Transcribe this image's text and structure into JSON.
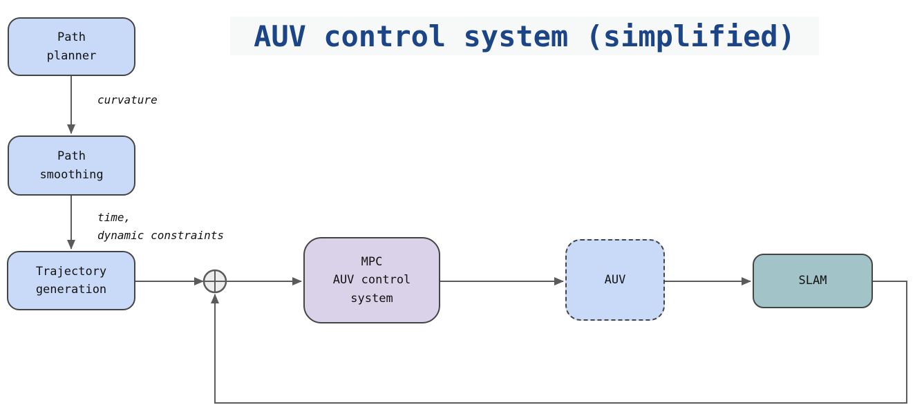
{
  "title": {
    "text": "AUV control system (simplified)"
  },
  "nodes": {
    "path_planner": {
      "label": "Path\nplanner",
      "fill": "#c9daf8"
    },
    "path_smoothing": {
      "label": "Path\nsmoothing",
      "fill": "#c9daf8"
    },
    "trajectory_generation": {
      "label": "Trajectory\ngeneration",
      "fill": "#c9daf8"
    },
    "mpc": {
      "label": "MPC\nAUV control\nsystem",
      "fill": "#d9d2e9"
    },
    "auv": {
      "label": "AUV",
      "fill": "#c9daf8",
      "border_style": "dashed"
    },
    "slam": {
      "label": "SLAM",
      "fill": "#a2c4c9"
    }
  },
  "edge_labels": {
    "curvature": {
      "text": "curvature"
    },
    "time_constraints": {
      "text": "time,\ndynamic constraints"
    }
  },
  "junction": {
    "symbol": "plus-in-circle",
    "fill": "#ededed"
  },
  "colors": {
    "title_text": "#1c4587",
    "title_background": "#f7f8f8",
    "box_border": "#444444",
    "line": "#5b5b5b",
    "label_text": "#111111",
    "page_background": "#ffffff"
  }
}
